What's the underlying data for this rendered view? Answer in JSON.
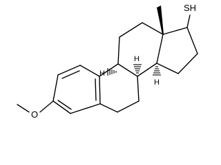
{
  "molecule": {
    "atom_labels": {
      "thiol": "SH",
      "ether_oxygen": "O",
      "hydrogen_c8": "H",
      "hydrogen_c9": "H",
      "hydrogen_c14": "H"
    },
    "colors": {
      "bond": "#000000",
      "background": "#ffffff"
    }
  }
}
